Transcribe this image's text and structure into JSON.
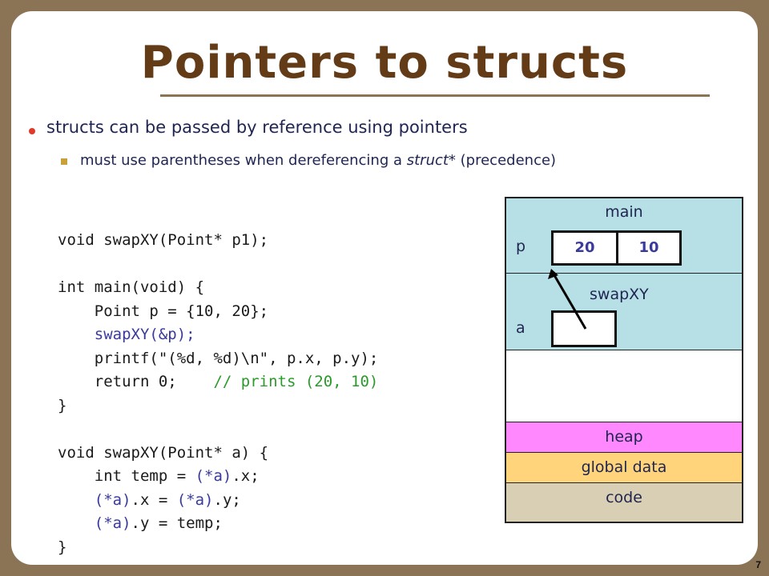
{
  "slide": {
    "title": "Pointers to structs",
    "bullet1": "structs can be passed by reference using pointers",
    "bullet2_prefix": "must use parentheses when dereferencing a ",
    "bullet2_em": "struct*",
    "bullet2_suffix": " (precedence)",
    "page_number": "7"
  },
  "code": {
    "lines": [
      "void swapXY(Point* p1);",
      "",
      "int main(void) {",
      "    Point p = {10, 20};",
      "    swapXY(&p);",
      "    printf(\"(%d, %d)\\n\", p.x, p.y);",
      "    return 0;    ",
      "// prints (20, 10)",
      "}",
      "",
      "void swapXY(Point* a) {",
      "    int temp = ",
      "(*a)",
      ".x;",
      "    ",
      "(*a)",
      ".x = ",
      "(*a)",
      ".y;",
      "    ",
      "(*a)",
      ".y = temp;",
      "}"
    ]
  },
  "memory": {
    "main_label": "main",
    "p_label": "p",
    "p_values": [
      "20",
      "10"
    ],
    "swap_label": "swapXY",
    "a_label": "a",
    "heap_label": "heap",
    "global_label": "global data",
    "code_label": "code"
  },
  "colors": {
    "background": "#8a7455",
    "title": "#633b17",
    "stack": "#b7e0e6",
    "heap": "#ff88ff",
    "global": "#ffd47a",
    "code": "#d9cfb4",
    "highlight": "#3a3a9c",
    "comment": "#2a9a2a"
  }
}
